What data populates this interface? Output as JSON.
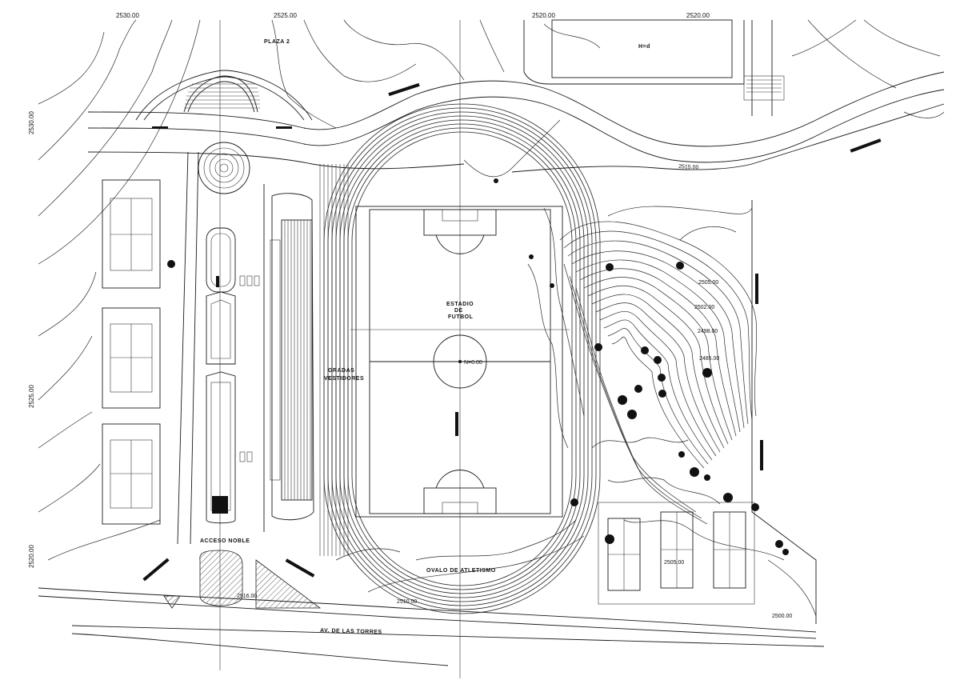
{
  "grid": {
    "top_labels": [
      "2530.00",
      "2525.00",
      "2520.00",
      "2520.00"
    ],
    "left_labels": [
      "2530.00",
      "2525.00",
      "2520.00"
    ]
  },
  "labels": {
    "plaza": "PLAZA 2",
    "top_court": "H=d",
    "stadium_line1": "ESTADIO",
    "stadium_line2": "DE",
    "stadium_line3": "FUTBOL",
    "gradas": "GRADAS",
    "vestidores": "VESTIDORES",
    "acceso": "ACCESO NOBLE",
    "ovalo": "OVALO DE ATLETISMO",
    "avenida": "AV. DE LAS TORRES",
    "center_level": "N=0.00",
    "elev_2515": "2515.00",
    "elev_2505a": "2505.00",
    "elev_2502": "2502.00",
    "elev_2498": "2498.00",
    "elev_2485": "2485.00",
    "elev_2505b": "2505.00",
    "elev_2516": "2516.00",
    "elev_2510": "2510.00",
    "elev_2500": "2500.00"
  }
}
